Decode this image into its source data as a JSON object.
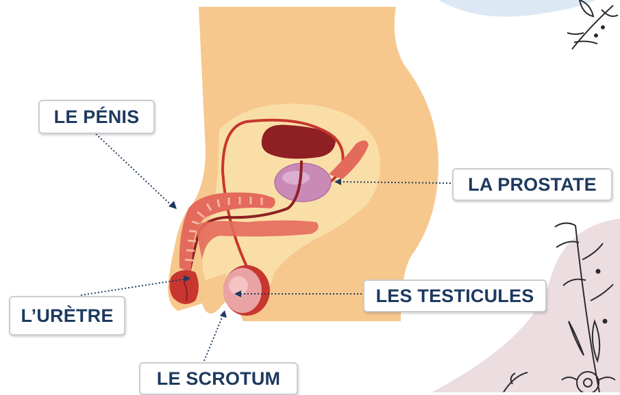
{
  "labels": {
    "penis": "LE PÉNIS",
    "prostate": "LA PROSTATE",
    "testicules": "LES TESTICULES",
    "uretre": "L’URÈTRE",
    "scrotum": "LE SCROTUM"
  },
  "colors": {
    "skin": "#f7c88e",
    "inner_region": "#f9dfa7",
    "organ_dark": "#8e2024",
    "organ_red": "#c7362f",
    "organ_salmon": "#e46a5c",
    "prostate": "#c98ab8",
    "testicle": "#eaa3a4",
    "label_text": "#1d3a5f",
    "pointer_line": "#1d3a5f",
    "decor_blue": "#dce9f4",
    "decor_pink": "#ecdde1",
    "decor_floral": "#2b2b2b"
  }
}
